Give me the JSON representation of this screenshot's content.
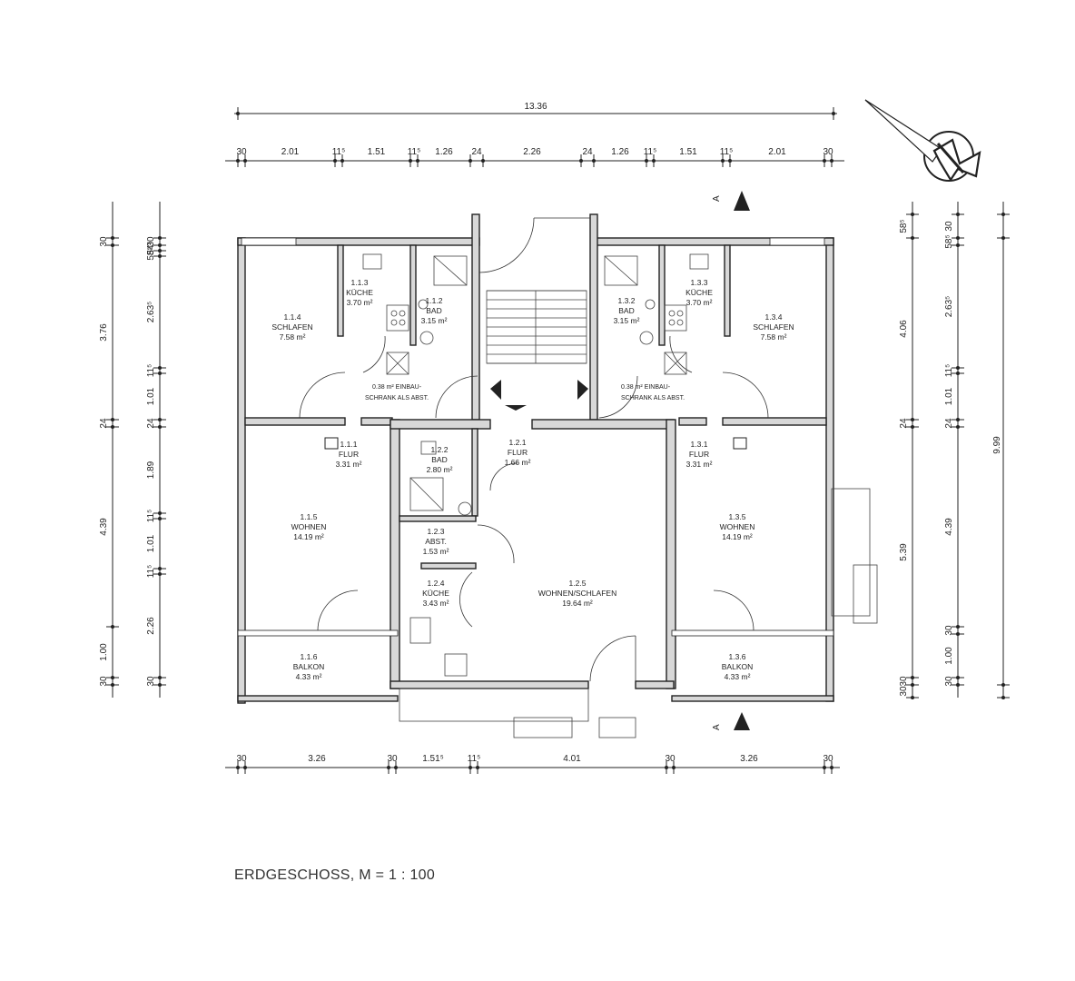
{
  "title": "ERDGESCHOSS, M = 1 : 100",
  "top_overall": "13.36",
  "top_segments": [
    "30",
    "2.01",
    "11⁵",
    "1.51",
    "11⁵",
    "1.26",
    "24",
    "2.26",
    "24",
    "1.26",
    "11⁵",
    "1.51",
    "11⁵",
    "2.01",
    "30"
  ],
  "bottom_segments": [
    "30",
    "3.26",
    "30",
    "1.51⁵",
    "11⁵",
    "4.01",
    "30",
    "3.26",
    "30"
  ],
  "left_outer": [
    "30",
    "3.76",
    "24",
    "4.39",
    "1.00",
    "30"
  ],
  "left_inner": [
    "30",
    "54⁵",
    "58⁵",
    "2.63⁵",
    "11⁵",
    "1.01",
    "24",
    "1.89",
    "11⁵",
    "1.01",
    "11⁵",
    "2.26",
    "30"
  ],
  "right_outer": [
    "58⁵",
    "4.06",
    "24",
    "5.39",
    "30",
    "30"
  ],
  "right_inner": [
    "30",
    "58⁵",
    "2.63⁵",
    "11⁵",
    "1.01",
    "24",
    "4.39",
    "30",
    "1.00",
    "30"
  ],
  "right_total": "9.99",
  "section_marker": "A",
  "rooms": [
    {
      "id": "1.1.4",
      "name": "SCHLAFEN",
      "area": "7.58 m²"
    },
    {
      "id": "1.1.3",
      "name": "KÜCHE",
      "area": "3.70 m²"
    },
    {
      "id": "1.1.2",
      "name": "BAD",
      "area": "3.15 m²"
    },
    {
      "id": "1.1.1",
      "name": "FLUR",
      "area": "3.31 m²"
    },
    {
      "id": "1.1.5",
      "name": "WOHNEN",
      "area": "14.19 m²"
    },
    {
      "id": "1.1.6",
      "name": "BALKON",
      "area": "4.33 m²"
    },
    {
      "id": "1.2.1",
      "name": "FLUR",
      "area": "1.66 m²"
    },
    {
      "id": "1.2.2",
      "name": "BAD",
      "area": "2.80 m²"
    },
    {
      "id": "1.2.3",
      "name": "ABST.",
      "area": "1.53 m²"
    },
    {
      "id": "1.2.4",
      "name": "KÜCHE",
      "area": "3.43 m²"
    },
    {
      "id": "1.2.5",
      "name": "WOHNEN/SCHLAFEN",
      "area": "19.64 m²"
    },
    {
      "id": "1.3.2",
      "name": "BAD",
      "area": "3.15 m²"
    },
    {
      "id": "1.3.3",
      "name": "KÜCHE",
      "area": "3.70 m²"
    },
    {
      "id": "1.3.4",
      "name": "SCHLAFEN",
      "area": "7.58 m²"
    },
    {
      "id": "1.3.1",
      "name": "FLUR",
      "area": "3.31 m²"
    },
    {
      "id": "1.3.5",
      "name": "WOHNEN",
      "area": "14.19 m²"
    },
    {
      "id": "1.3.6",
      "name": "BALKON",
      "area": "4.33 m²"
    }
  ],
  "notes": {
    "left_a": "0.38 m² EINBAU-",
    "left_b": "SCHRANK ALS ABST.",
    "right_a": "0.38 m² EINBAU-",
    "right_b": "SCHRANK ALS ABST."
  },
  "compass": "north-arrow-icon"
}
